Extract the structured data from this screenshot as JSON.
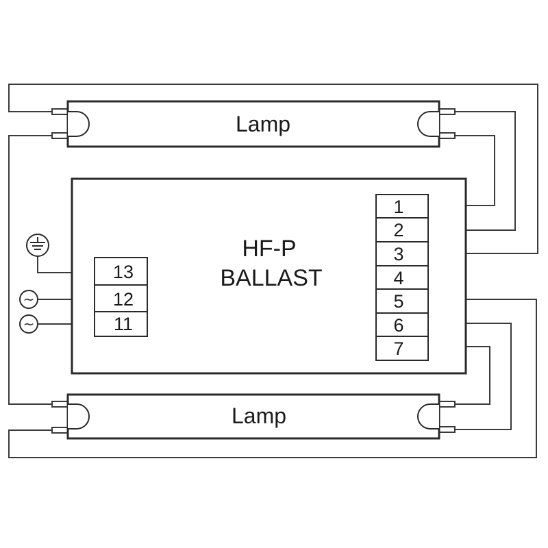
{
  "lamps": {
    "top_label": "Lamp",
    "bottom_label": "Lamp"
  },
  "ballast": {
    "line1": "HF-P",
    "line2": "BALLAST"
  },
  "output_terminals": [
    "1",
    "2",
    "3",
    "4",
    "5",
    "6",
    "7"
  ],
  "input_terminals": [
    "13",
    "12",
    "11"
  ],
  "symbols": {
    "ground": "ground-icon",
    "ac_12": "ac-supply-icon",
    "ac_11": "ac-supply-icon",
    "ac_glyph": "~"
  },
  "colors": {
    "line": "#2a2a2a",
    "background": "#ffffff"
  }
}
